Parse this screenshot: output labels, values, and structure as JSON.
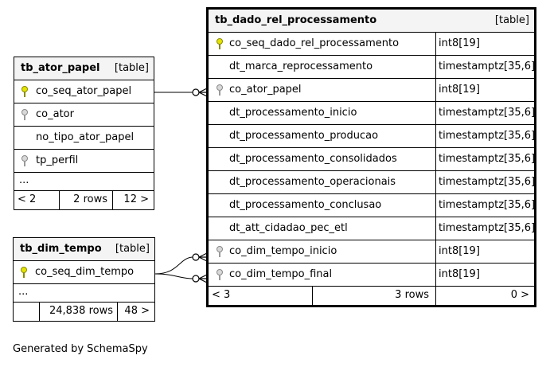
{
  "caption": "Generated by SchemaSpy",
  "tables": {
    "ator_papel": {
      "name": "tb_ator_papel",
      "kind": "[table]",
      "columns": [
        {
          "name": "co_seq_ator_papel",
          "key": "pk"
        },
        {
          "name": "co_ator",
          "key": "fk"
        },
        {
          "name": "no_tipo_ator_papel",
          "key": ""
        },
        {
          "name": "tp_perfil",
          "key": "fk"
        }
      ],
      "more": "...",
      "footer": {
        "left": "< 2",
        "rows": "2 rows",
        "right": "12 >"
      }
    },
    "dim_tempo": {
      "name": "tb_dim_tempo",
      "kind": "[table]",
      "columns": [
        {
          "name": "co_seq_dim_tempo",
          "key": "pk"
        }
      ],
      "more": "...",
      "footer": {
        "left": "",
        "rows": "24,838 rows",
        "right": "48 >"
      }
    },
    "dado_rel": {
      "name": "tb_dado_rel_processamento",
      "kind": "[table]",
      "columns": [
        {
          "name": "co_seq_dado_rel_processamento",
          "type": "int8[19]",
          "key": "pk"
        },
        {
          "name": "dt_marca_reprocessamento",
          "type": "timestamptz[35,6]",
          "key": ""
        },
        {
          "name": "co_ator_papel",
          "type": "int8[19]",
          "key": "fk"
        },
        {
          "name": "dt_processamento_inicio",
          "type": "timestamptz[35,6]",
          "key": ""
        },
        {
          "name": "dt_processamento_producao",
          "type": "timestamptz[35,6]",
          "key": ""
        },
        {
          "name": "dt_processamento_consolidados",
          "type": "timestamptz[35,6]",
          "key": ""
        },
        {
          "name": "dt_processamento_operacionais",
          "type": "timestamptz[35,6]",
          "key": ""
        },
        {
          "name": "dt_processamento_conclusao",
          "type": "timestamptz[35,6]",
          "key": ""
        },
        {
          "name": "dt_att_cidadao_pec_etl",
          "type": "timestamptz[35,6]",
          "key": ""
        },
        {
          "name": "co_dim_tempo_inicio",
          "type": "int8[19]",
          "key": "fk"
        },
        {
          "name": "co_dim_tempo_final",
          "type": "int8[19]",
          "key": "fk"
        }
      ],
      "footer": {
        "left": "< 3",
        "rows": "3 rows",
        "right": "0 >"
      }
    }
  }
}
